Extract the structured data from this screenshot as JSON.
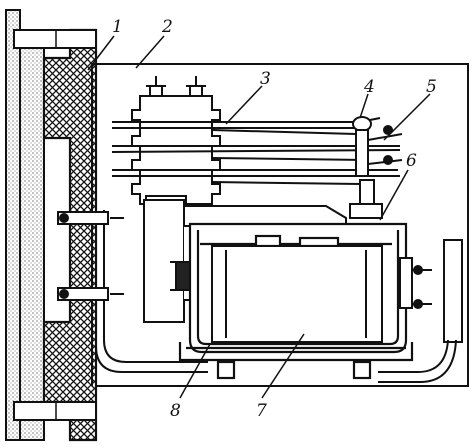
{
  "diagram": {
    "callouts": [
      {
        "id": "c1",
        "label": "1"
      },
      {
        "id": "c2",
        "label": "2"
      },
      {
        "id": "c3",
        "label": "3"
      },
      {
        "id": "c4",
        "label": "4"
      },
      {
        "id": "c5",
        "label": "5"
      },
      {
        "id": "c6",
        "label": "6"
      },
      {
        "id": "c7",
        "label": "7"
      },
      {
        "id": "c8",
        "label": "8"
      }
    ],
    "colors": {
      "ink": "#111111",
      "paper": "#ffffff"
    }
  }
}
